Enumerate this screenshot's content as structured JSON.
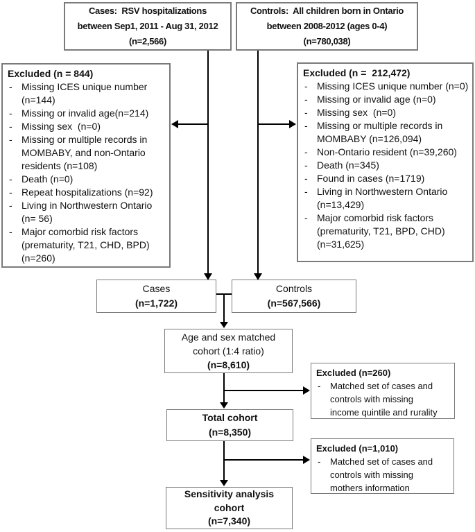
{
  "diagram": {
    "cases_top": {
      "text": "Cases:  RSV hospitalizations\nbetween Sep1, 2011 - Aug 31, 2012\n(n=2,566)"
    },
    "controls_top": {
      "text": "Controls:  All children born in Ontario\nbetween 2008-2012 (ages 0-4)\n(n=780,038)"
    },
    "excluded_cases": {
      "header": "Excluded (n = 844)",
      "items": [
        "Missing ICES unique number\n(n=144)",
        "Missing or invalid age(n=214)",
        "Missing sex  (n=0)",
        "Missing or multiple records in\nMOMBABY, and non-Ontario\nresidents (n=108)",
        "Death (n=0)",
        "Repeat hospitalizations (n=92)",
        "Living in Northwestern Ontario\n(n= 56)",
        "Major comorbid risk factors\n(prematurity, T21, CHD, BPD)\n(n=260)"
      ]
    },
    "excluded_controls": {
      "header": "Excluded (n =  212,472)",
      "items": [
        "Missing ICES unique number (n=0)",
        "Missing or invalid age (n=0)",
        "Missing sex  (n=0)",
        "Missing or multiple records in\nMOMBABY (n=126,094)",
        "Non-Ontario resident (n=39,260)",
        "Death (n=345)",
        "Found in cases (n=1719)",
        "Living in Northwestern Ontario\n(n=13,429)",
        "Major comorbid risk factors\n(prematurity, T21, BPD, CHD)\n(n=31,625)"
      ]
    },
    "cases": {
      "label": "Cases",
      "n": "(n=1,722)"
    },
    "controls": {
      "label": "Controls",
      "n": "(n=567,566)"
    },
    "matched_cohort": {
      "label": "Age and sex matched\ncohort (1:4 ratio)",
      "n": "(n=8,610)"
    },
    "excluded_matched": {
      "header": "Excluded (n=260)",
      "items": [
        "Matched set of cases and\ncontrols with missing\nincome quintile and rurality"
      ]
    },
    "total_cohort": {
      "label": "Total cohort",
      "n": "(n=8,350)"
    },
    "excluded_total": {
      "header": "Excluded (n=1,010)",
      "items": [
        "Matched set of cases and\ncontrols with missing\nmothers information"
      ]
    },
    "sensitivity_cohort": {
      "label": "Sensitivity analysis\ncohort",
      "n": "(n=7,340)"
    }
  },
  "colors": {
    "background": "#ffffff",
    "box_border": "#7a7a7a",
    "arrow": "#000000",
    "text": "#111111"
  }
}
